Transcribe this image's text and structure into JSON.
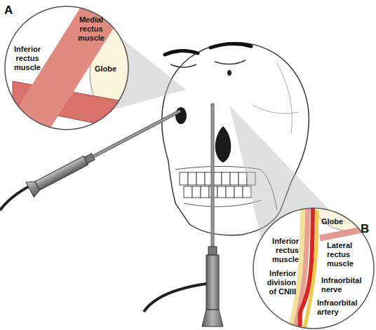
{
  "diagram": {
    "labels": [
      "A",
      "Medial rectus muscle",
      "Inferior rectus muscle",
      "Globe",
      "B",
      "Globe",
      "Inferior rectus muscle",
      "Lateral rectus muscle",
      "Inferior division of CNIII",
      "Infraorbital nerve",
      "Infraorbital artery"
    ]
  }
}
